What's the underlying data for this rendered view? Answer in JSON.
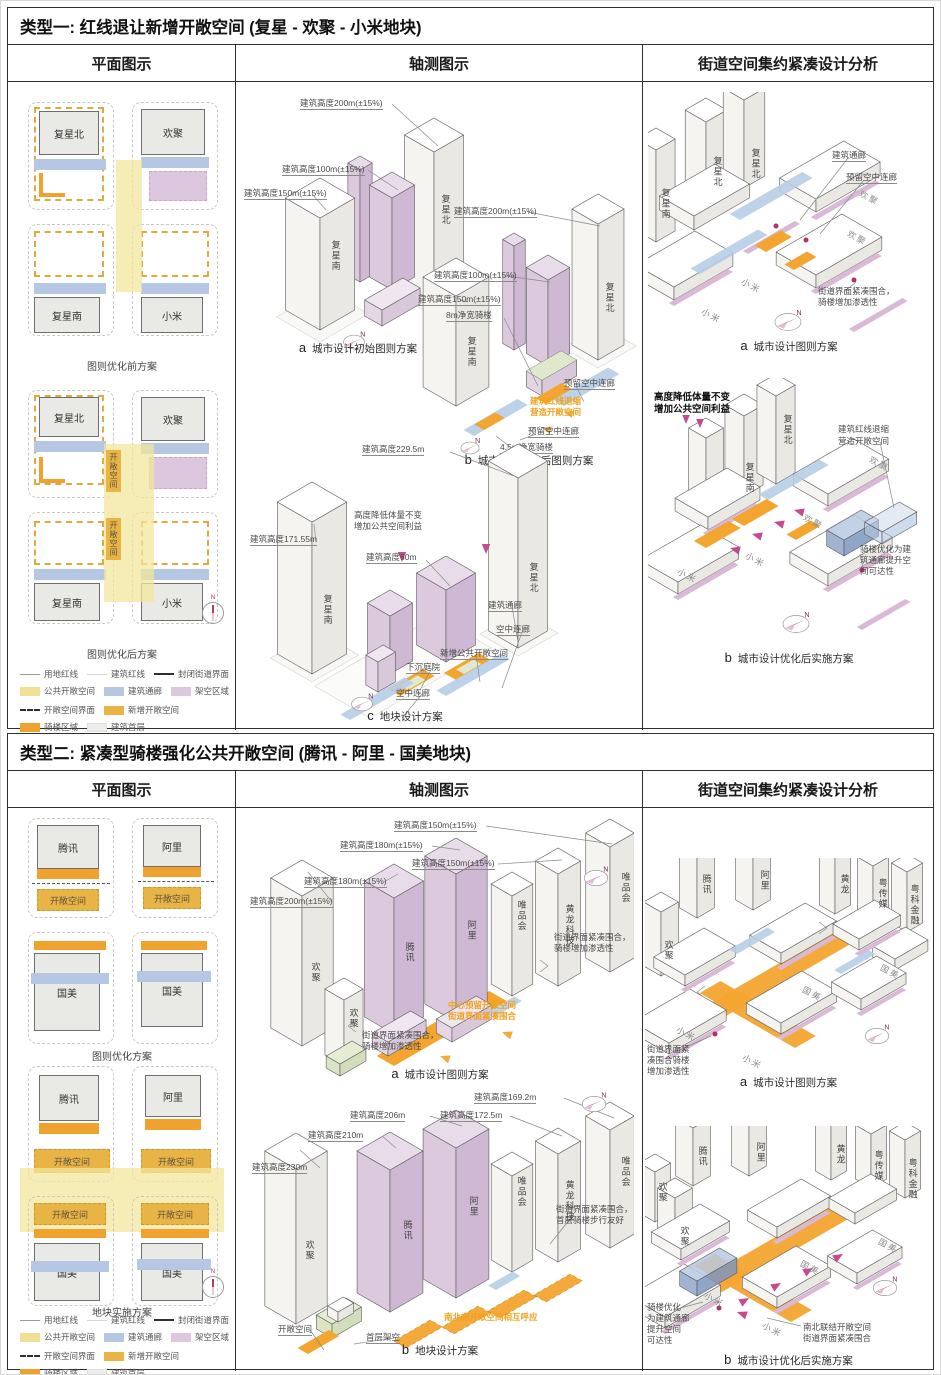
{
  "common": {
    "compass_n": "N"
  },
  "colors": {
    "public_open_space": "#f1df94",
    "new_open_space": "#e7b445",
    "arcade_zone": "#f0a22f",
    "building_corridor": "#b5c7e2",
    "stilt_zone": "#dcc7de",
    "building_ground_floor": "#ededeb",
    "site_redline": "#9a9a9a",
    "building_redline": "#d8d8d4",
    "closed_street_interface": "#2e2e2e",
    "accent_orange_text": "#f0a21e",
    "accent_magenta": "#c2418a"
  },
  "legend": {
    "items": [
      {
        "label": "用地红线"
      },
      {
        "label": "建筑红线"
      },
      {
        "label": "封闭街道界面"
      },
      {
        "label": "公共开敞空间"
      },
      {
        "label": "建筑通廊"
      },
      {
        "label": "架空区域"
      },
      {
        "label": "开敞空间界面"
      },
      {
        "label": "新增开敞空间"
      },
      {
        "label": "骑楼区域"
      },
      {
        "label": "建筑首层"
      }
    ]
  },
  "section1": {
    "title": "类型一: 红线退让新增开敞空间 (复星 - 欢聚 - 小米地块)",
    "headers": [
      "平面图示",
      "轴测图示",
      "街道空间集约紧凑设计分析"
    ],
    "plan_before": {
      "tl": "复星北",
      "tr": "欢聚",
      "bl": "复星南",
      "br": "小米",
      "caption": "图则优化前方案"
    },
    "plan_after": {
      "tl": "复星北",
      "tr": "欢聚",
      "bl": "复星南",
      "br": "小米",
      "open1": "开敞空间",
      "open2": "开敞空间",
      "caption": "图则优化后方案"
    },
    "axon_a": {
      "h1": "建筑高度200m(±15%)",
      "h2": "建筑高度100m(±15%)",
      "h3": "建筑高度150m(±15%)",
      "n1": "复星北",
      "n2": "复星南",
      "letter": "a",
      "caption": "城市设计初始图则方案"
    },
    "axon_b": {
      "h1": "建筑高度200m(±15%)",
      "h2": "建筑高度100m(±15%)",
      "h3": "建筑高度150m(±15%)",
      "arcade8": "8m净宽骑楼",
      "reserve1": "预留空中连廊",
      "red1": "建筑红线退缩",
      "red2": "营造开敞空间",
      "reserve2": "预留空中连廊",
      "arcade45": "4.5m净宽骑楼",
      "n1": "复星北",
      "n2": "复星南",
      "letter": "b",
      "caption": "城市设计优化后图则方案"
    },
    "axon_c": {
      "h1": "建筑高度229.5m",
      "note1": "高度降低体量不变",
      "note2": "增加公共空间利益",
      "h2": "建筑高度171.55m",
      "h3": "建筑高度60m",
      "corridor": "建筑通廊",
      "sky1": "空中连廊",
      "newopen": "新增公共开敞空间",
      "sunken": "下沉庭院",
      "sky2": "空中连廊",
      "n1": "复星北",
      "n2": "复星南",
      "letter": "c",
      "caption": "地块设计方案"
    },
    "street_a": {
      "n1": "复星南",
      "n2": "复星北",
      "n3": "复星北",
      "n4": "欢聚",
      "n5": "欢聚",
      "n6": "小米",
      "n7": "小米",
      "corridor": "建筑通廊",
      "reserve": "预留空中连廊",
      "note1": "街道界面紧凑围合，",
      "note2": "骑楼增加渗透性",
      "letter": "a",
      "caption": "城市设计图则方案"
    },
    "street_b": {
      "bold1": "高度降低体量不变",
      "bold2": "增加公共空间利益",
      "red1": "建筑红线退缩",
      "red2": "营造开敞空间",
      "arc1": "骑楼优化为建",
      "arc2": "筑通廊提升空",
      "arc3": "间可达性",
      "n1": "复星北",
      "n2": "复星南",
      "n3": "欢聚",
      "n4": "欢聚",
      "n5": "小米",
      "n6": "小米",
      "letter": "b",
      "caption": "城市设计优化后实施方案"
    }
  },
  "section2": {
    "title": "类型二: 紧凑型骑楼强化公共开敞空间 (腾讯 - 阿里 - 国美地块)",
    "headers": [
      "平面图示",
      "轴测图示",
      "街道空间集约紧凑设计分析"
    ],
    "plan1": {
      "tl": "腾讯",
      "tr": "阿里",
      "open1": "开敞空间",
      "open2": "开敞空间",
      "bl": "国美",
      "br": "国美",
      "caption": "图则优化方案"
    },
    "plan2": {
      "tl": "腾讯",
      "tr": "阿里",
      "open1": "开敞空间",
      "open2": "开敞空间",
      "open3": "开敞空间",
      "open4": "开敞空间",
      "bl": "国美",
      "br": "国美",
      "caption": "地块实施方案"
    },
    "axon_a": {
      "h1": "建筑高度150m(±15%)",
      "h2": "建筑高度180m(±15%)",
      "h3": "建筑高度150m(±15%)",
      "h4": "建筑高度180m(±15%)",
      "h5": "建筑高度200m(±15%)",
      "n1": "欢聚",
      "n2": "欢聚",
      "n3": "腾讯",
      "n4": "阿里",
      "n5": "唯品会",
      "n6": "黄龙科技",
      "n7": "唯品会",
      "noter1": "街道界面紧凑围合，",
      "noter2": "骑楼增加渗透性",
      "center1": "中心预留开敞空间",
      "center2": "街道界面紧凑围合",
      "noteb1": "街道界面紧凑围合，",
      "noteb2": "骑楼增加渗透性",
      "letter": "a",
      "caption": "城市设计图则方案"
    },
    "axon_b": {
      "h1": "建筑高度169.2m",
      "h2": "建筑高度206m",
      "h3": "建筑高度172.5m",
      "h4": "建筑高度210m",
      "h5": "建筑高度230m",
      "n1": "欢聚",
      "n2": "腾讯",
      "n3": "阿里",
      "n4": "唯品会",
      "n5": "黄龙科技",
      "n6": "唯品会",
      "note1": "街道界面紧凑围合，",
      "note2": "首层骑楼步行友好",
      "open": "开敞空间",
      "stilt": "首层架空",
      "south": "南北向开敞空间相互呼应",
      "letter": "b",
      "caption": "地块设计方案"
    },
    "street_a": {
      "n1": "腾讯",
      "n2": "阿里",
      "n3": "黄龙",
      "n4": "粤传媒",
      "n5": "粤科金融",
      "n6": "欢聚",
      "n7": "国美",
      "n8": "国美",
      "n9": "小米",
      "n10": "小米",
      "note1": "街道界面紧",
      "note2": "凑围合骑楼",
      "note3": "增加渗透性",
      "letter": "a",
      "caption": "城市设计图则方案"
    },
    "street_b": {
      "n1": "欢聚",
      "n2": "腾讯",
      "n3": "阿里",
      "n4": "黄龙",
      "n5": "粤传媒",
      "n6": "粤科金融",
      "n7": "欢聚",
      "n8": "小米",
      "n9": "小米",
      "n10": "国美",
      "n11": "国美",
      "note1": "骑楼优化",
      "note2": "为建筑通廊",
      "note3": "提升空间",
      "note4": "可达性",
      "se1": "南北联结开敞空间",
      "se2": "街道界面紧凑围合",
      "letter": "b",
      "caption": "城市设计优化后实施方案"
    }
  }
}
